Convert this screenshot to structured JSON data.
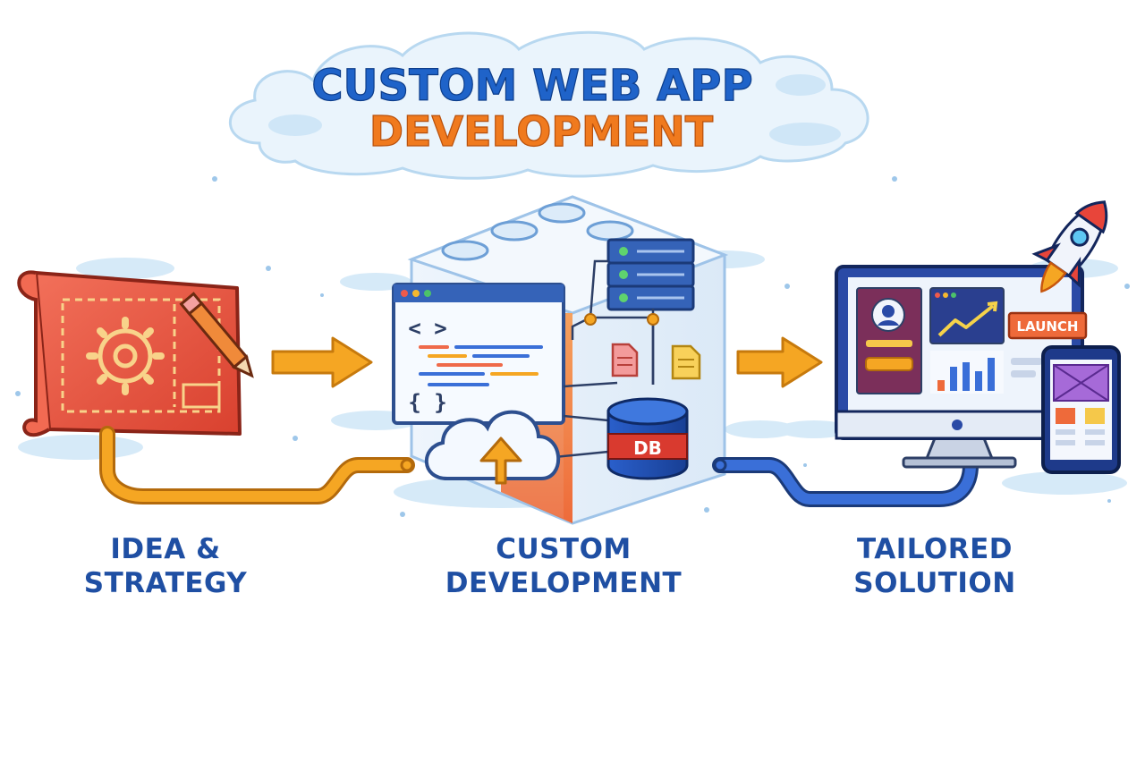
{
  "title": {
    "line1": "CUSTOM WEB APP",
    "line2": "DEVELOPMENT"
  },
  "stages": [
    {
      "line1": "IDEA &",
      "line2": "STRATEGY"
    },
    {
      "line1": "CUSTOM",
      "line2": "DEVELOPMENT"
    },
    {
      "line1": "TAILORED",
      "line2": "SOLUTION"
    }
  ],
  "database_label": "DB",
  "launch_label": "LAUNCH",
  "code_symbols": {
    "tag": "< >",
    "braces": "{ }"
  },
  "colors": {
    "title_blue": "#1f63c9",
    "title_orange": "#f07a1e",
    "label_blue": "#1f4fa3",
    "arrow_orange": "#f5a623",
    "pipe_orange": "#f39c1f",
    "pipe_blue": "#3a6fd8",
    "blueprint_red": "#e8553f",
    "db_blue": "#2553b8",
    "db_red": "#d93a2f",
    "cloud_blue": "#cfe6f7"
  }
}
